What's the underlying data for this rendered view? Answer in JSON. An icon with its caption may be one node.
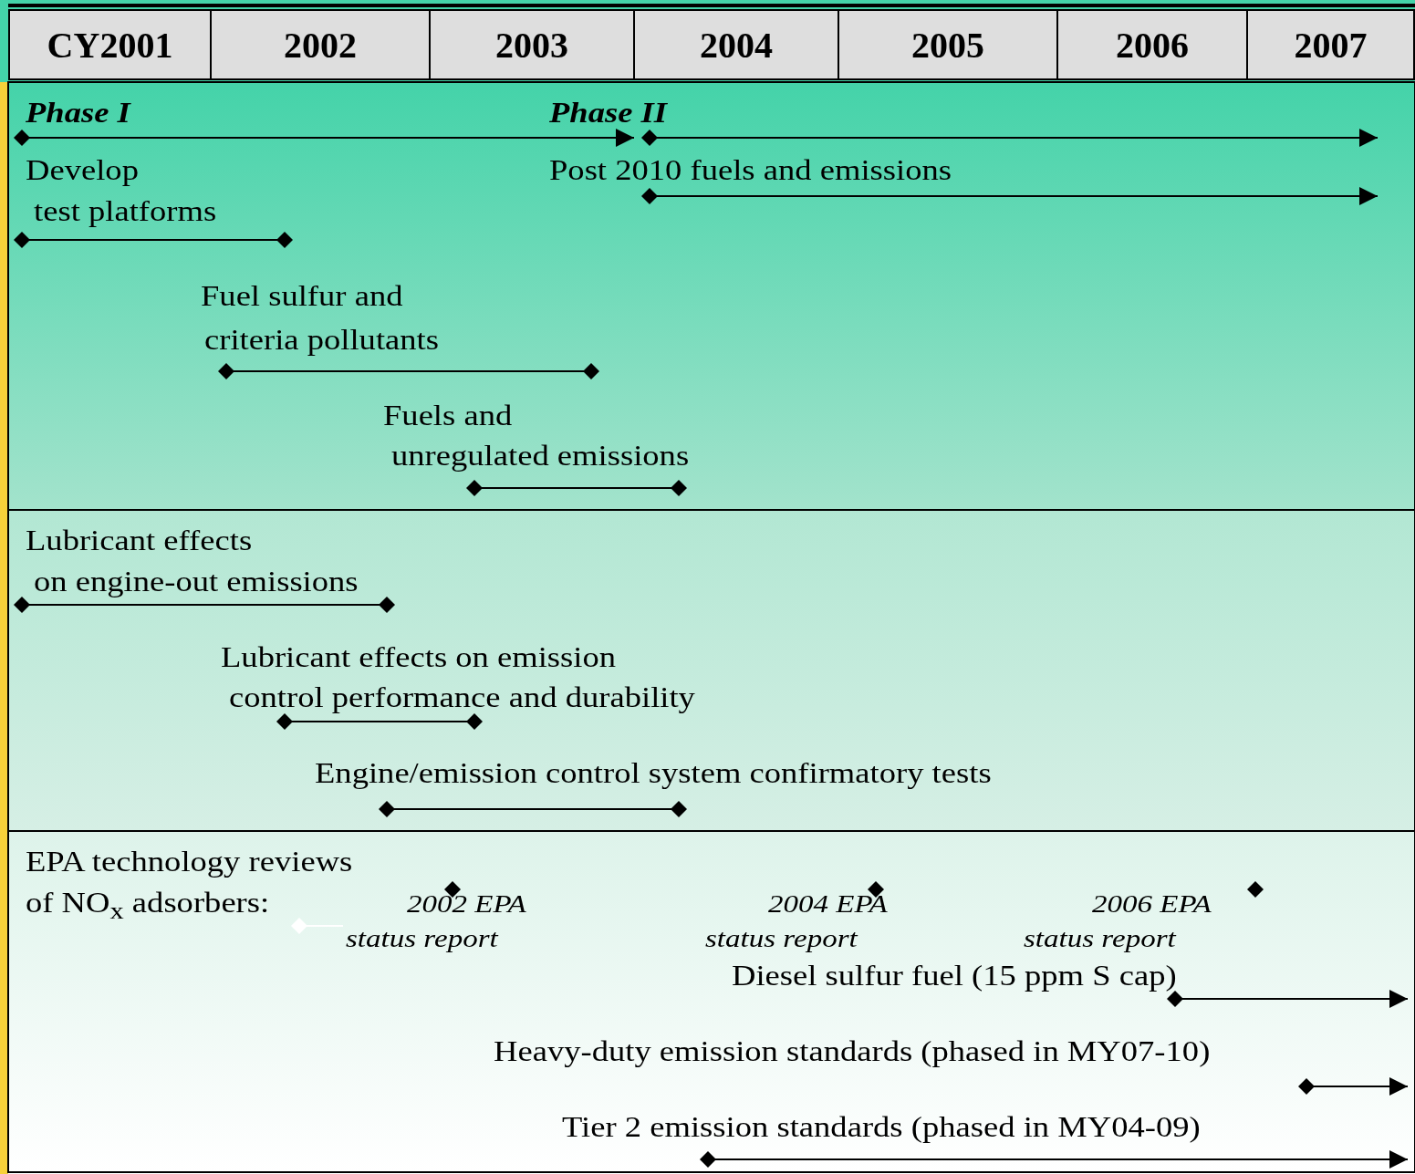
{
  "diagram": {
    "labels": [
      "CY2001",
      "2002",
      "2003",
      "2004",
      "2005",
      "2006",
      "2007",
      "Phase I",
      "Phase II",
      "Develop",
      "test platforms",
      "Post 2010 fuels and emissions",
      "Fuel sulfur and",
      "criteria pollutants",
      "Fuels and",
      "unregulated emissions",
      "Lubricant effects",
      "on engine-out emissions",
      "Lubricant effects on emission",
      "control performance and durability",
      "Engine/emission control system confirmatory tests",
      "EPA technology reviews",
      "of NO$_{x}$ adsorbers:",
      "2002 EPA",
      "status report",
      "2004 EPA",
      "status report",
      "2006 EPA",
      "status report",
      "Diesel sulfur fuel (15 ppm S cap)",
      "Heavy-duty emission standards (phased in MY07-10)",
      "Tier 2 emission standards (phased in MY04-09)"
    ]
  }
}
